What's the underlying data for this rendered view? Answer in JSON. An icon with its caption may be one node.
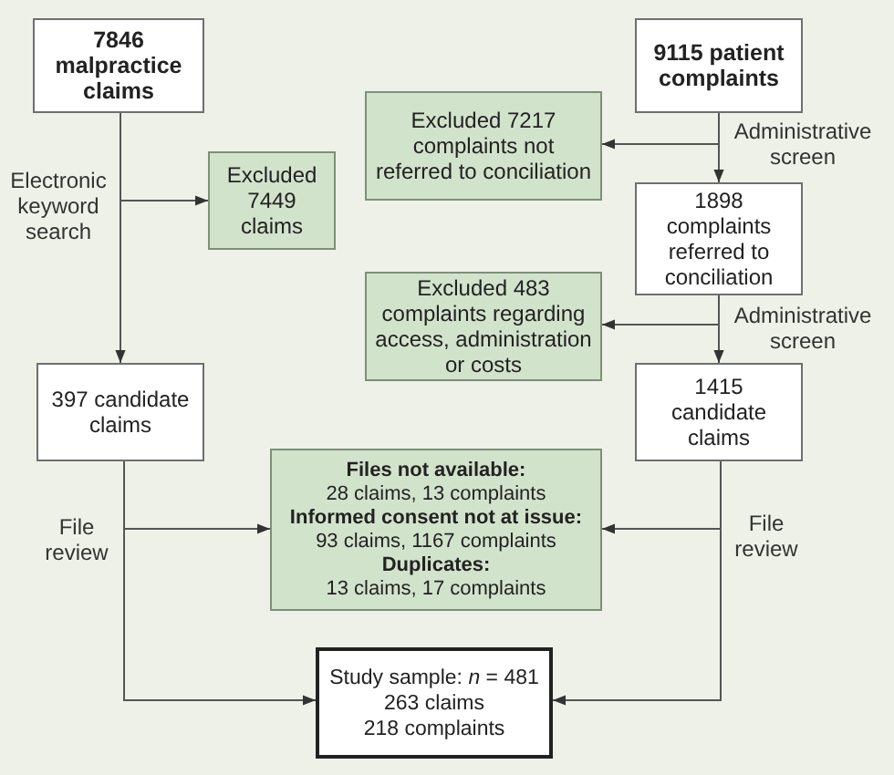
{
  "diagram": {
    "nodes": [
      {
        "text": [
          "7846 malpractice claims"
        ]
      },
      {
        "text": [
          "Excluded 7449 claims"
        ]
      },
      {
        "text": [
          "397 candidate claims"
        ]
      },
      {
        "text": [
          "9115 patient complaints"
        ]
      },
      {
        "text": [
          "Excluded 7217 complaints not referred to conciliation"
        ]
      },
      {
        "text": [
          "1898 complaints referred to conciliation"
        ]
      },
      {
        "text": [
          "Excluded 483 complaints regarding access, administration or costs"
        ]
      },
      {
        "text": [
          "1415 candidate claims"
        ]
      },
      {
        "text": [
          "Files not available:",
          "28 claims, 13 complaints",
          "Informed consent not at issue:",
          "93 claims, 1167 complaints",
          "Duplicates:",
          "13 claims, 17 complaints"
        ]
      },
      {
        "text": [
          "Study sample: *n* = 481",
          "263 claims",
          "218 complaints"
        ]
      }
    ],
    "edges": [
      {
        "from": 0,
        "to": 2,
        "arrow": "to",
        "label": "Electronic keyword search"
      },
      {
        "from": 0,
        "to": 1,
        "arrow": "to"
      },
      {
        "from": 3,
        "to": 5,
        "arrow": "to",
        "label": "Administrative screen"
      },
      {
        "from": 3,
        "to": 4,
        "arrow": "to"
      },
      {
        "from": 5,
        "to": 7,
        "arrow": "to",
        "label": "Administrative screen"
      },
      {
        "from": 5,
        "to": 6,
        "arrow": "to"
      },
      {
        "from": 2,
        "to": 9,
        "arrow": "to",
        "label": "File review"
      },
      {
        "from": 2,
        "to": 8,
        "arrow": "to"
      },
      {
        "from": 7,
        "to": 9,
        "arrow": "to",
        "label": "File review"
      },
      {
        "from": 7,
        "to": 8,
        "arrow": "to"
      }
    ]
  }
}
